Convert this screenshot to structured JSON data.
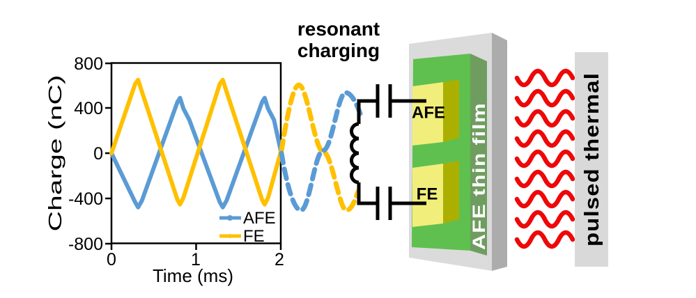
{
  "chart_data": {
    "type": "line",
    "title": "",
    "xlabel": "Time (ms)",
    "ylabel": "Charge (nC)",
    "xlim": [
      0,
      2
    ],
    "ylim": [
      -800,
      800
    ],
    "xtick_labels": [
      "0",
      "1",
      "2"
    ],
    "ytick_labels": [
      "800",
      "400",
      "0",
      "-400",
      "-800"
    ],
    "grid": "off",
    "legend_position": "lower right",
    "series": [
      {
        "name": "AFE",
        "color": "#5B9BD5",
        "x": [
          0,
          0.28,
          0.315,
          0.36,
          0.78,
          0.81,
          0.85,
          0.92,
          1.28,
          1.315,
          1.36,
          1.78,
          1.81,
          1.85,
          1.92,
          2.0
        ],
        "y": [
          0,
          -435,
          -480,
          -420,
          455,
          490,
          395,
          295,
          -435,
          -480,
          -420,
          455,
          490,
          395,
          295,
          20
        ]
      },
      {
        "name": "FE",
        "color": "#FFC000",
        "x": [
          0,
          0.28,
          0.315,
          0.36,
          0.78,
          0.81,
          0.85,
          1.28,
          1.315,
          1.36,
          1.78,
          1.81,
          1.85,
          2.0
        ],
        "y": [
          0,
          615,
          650,
          545,
          -415,
          -455,
          -395,
          615,
          650,
          545,
          -415,
          -455,
          -395,
          10
        ]
      }
    ]
  },
  "labels": {
    "resonant_line1": "resonant",
    "resonant_line2": "charging",
    "pulsed_thermal": "pulsed thermal"
  },
  "device": {
    "film_label": "AFE thin film",
    "electrode_top": "AFE",
    "electrode_bottom": "FE"
  },
  "thermal": {
    "wave_count": 9
  },
  "colors": {
    "afe_blue": "#5B9BD5",
    "fe_yellow": "#FFC000",
    "heat_red": "#EE0808",
    "film_green": "#5FC04F",
    "film_side_green": "#6F9D60",
    "electrode_yellow": "#F2EE7B",
    "electrode_side_olive": "#ABB000",
    "substrate_gray": "#DBDBDB",
    "substrate_side_gray": "#ACACAC",
    "thermal_bar_gray": "#D9D9D9",
    "circuit_black": "#000000"
  }
}
